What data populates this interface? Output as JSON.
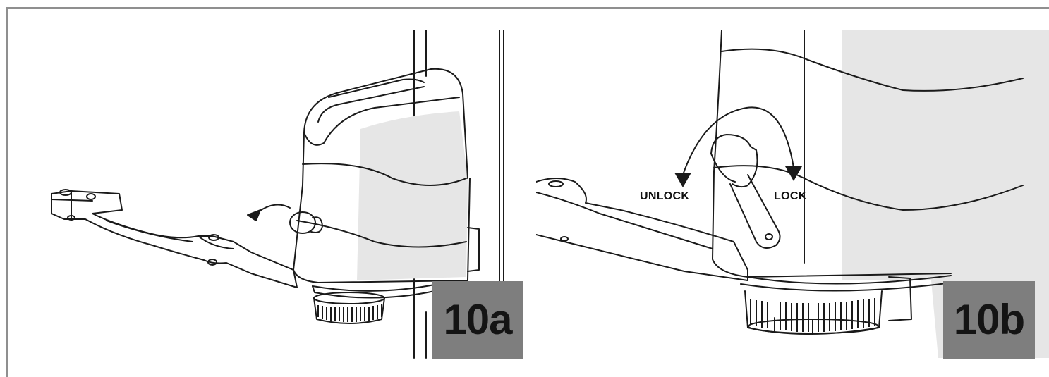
{
  "figure": {
    "panels": [
      {
        "label": "10a"
      },
      {
        "label": "10b",
        "unlock_label": "UNLOCK",
        "lock_label": "LOCK"
      }
    ],
    "colors": {
      "line": "#1a1a1a",
      "shade": "#e6e6e6",
      "label_bg": "#7e7e7e",
      "border": "#8f8f8f"
    }
  }
}
